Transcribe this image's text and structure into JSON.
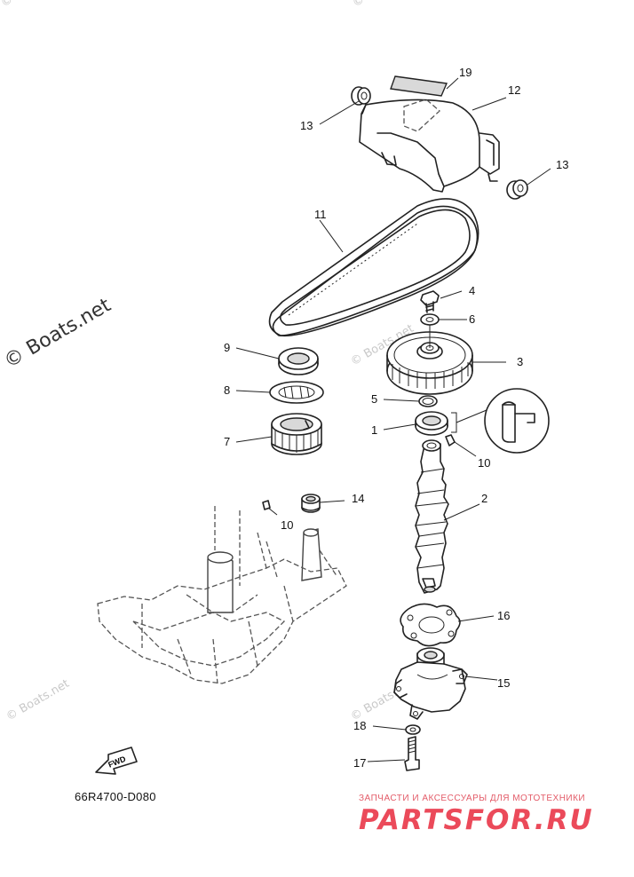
{
  "diagram": {
    "code": "66R4700-D080",
    "fwd_label": "FWD",
    "watermarks": [
      "© Boats.net",
      "© Boats.net",
      "© Boats.net",
      "© Boats.net",
      "© Boats.net",
      "© Boats.net"
    ],
    "brand_subtitle": "ЗАПЧАСТИ И АКСЕССУАРЫ ДЛЯ МОТОТЕХНИКИ",
    "brand_name": "PARTSFOR.RU",
    "callouts": [
      "19",
      "12",
      "13",
      "13",
      "11",
      "4",
      "6",
      "3",
      "9",
      "8",
      "5",
      "1",
      "7",
      "10",
      "2",
      "14",
      "10",
      "16",
      "15",
      "18",
      "17"
    ]
  }
}
